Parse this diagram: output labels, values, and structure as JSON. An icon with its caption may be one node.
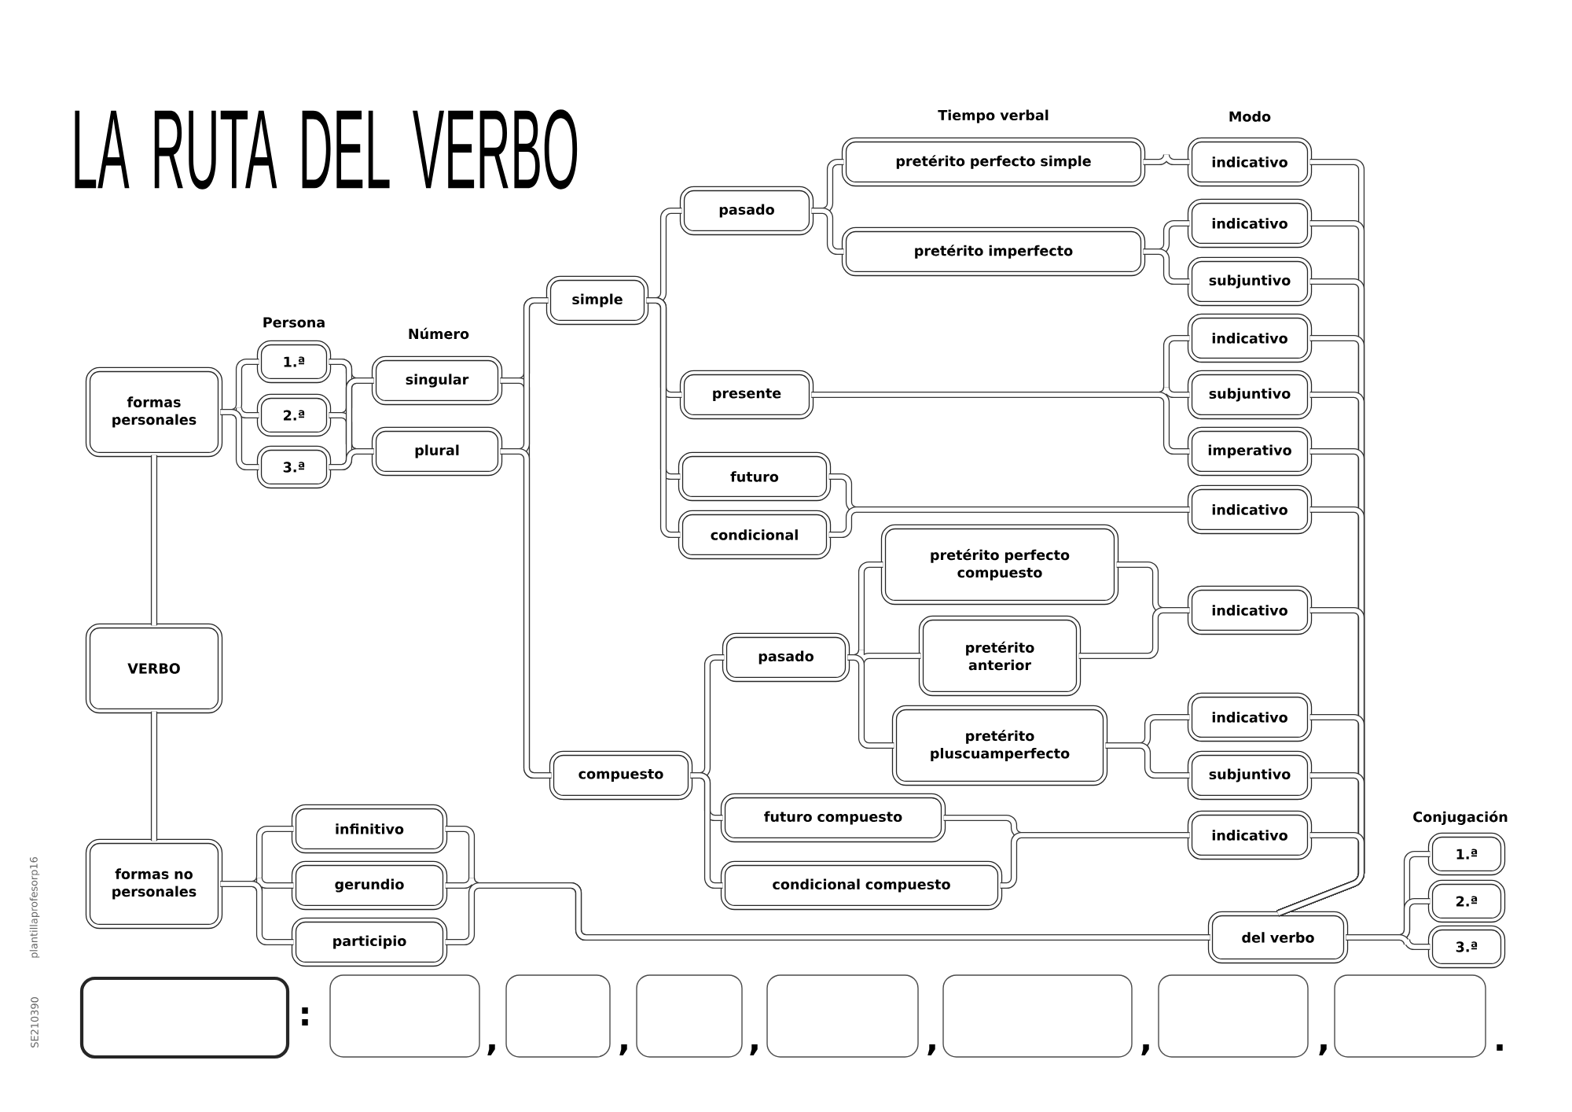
{
  "diagram": {
    "title": "LA RUTA DEL VERBO",
    "nodes": [
      {
        "text": [
          "formas personales"
        ]
      },
      {
        "text": [
          "1.ª"
        ]
      },
      {
        "text": [
          "2.ª"
        ]
      },
      {
        "text": [
          "3.ª"
        ]
      },
      {
        "text": [
          "singular"
        ]
      },
      {
        "text": [
          "plural"
        ]
      },
      {
        "text": [
          "simple"
        ]
      },
      {
        "text": [
          "pasado"
        ]
      },
      {
        "text": [
          "pretérito perfecto simple"
        ]
      },
      {
        "text": [
          "indicativo"
        ]
      },
      {
        "text": [
          "pretérito imperfecto"
        ]
      },
      {
        "text": [
          "indicativo"
        ]
      },
      {
        "text": [
          "subjuntivo"
        ]
      },
      {
        "text": [
          "presente"
        ]
      },
      {
        "text": [
          "indicativo"
        ]
      },
      {
        "text": [
          "subjuntivo"
        ]
      },
      {
        "text": [
          "imperativo"
        ]
      },
      {
        "text": [
          "futuro"
        ]
      },
      {
        "text": [
          "condicional"
        ]
      },
      {
        "text": [
          "indicativo"
        ]
      },
      {
        "text": [
          "pretérito perfecto compuesto"
        ]
      },
      {
        "text": [
          "pretérito anterior"
        ]
      },
      {
        "text": [
          "pasado"
        ]
      },
      {
        "text": [
          "indicativo"
        ]
      },
      {
        "text": [
          "pretérito pluscuamperfecto"
        ]
      },
      {
        "text": [
          "indicativo"
        ]
      },
      {
        "text": [
          "subjuntivo"
        ]
      },
      {
        "text": [
          "compuesto"
        ]
      },
      {
        "text": [
          "futuro compuesto"
        ]
      },
      {
        "text": [
          "condicional compuesto"
        ]
      },
      {
        "text": [
          "indicativo"
        ]
      },
      {
        "text": [
          "VERBO"
        ]
      },
      {
        "text": [
          "formas no personales"
        ]
      },
      {
        "text": [
          "infinitivo"
        ]
      },
      {
        "text": [
          "gerundio"
        ]
      },
      {
        "text": [
          "participio"
        ]
      },
      {
        "text": [
          "del verbo"
        ]
      },
      {
        "text": [
          "1.ª"
        ]
      },
      {
        "text": [
          "2.ª"
        ]
      },
      {
        "text": [
          "3.ª"
        ]
      },
      {
        "text": [],
        "shape": "box"
      },
      {
        "text": [],
        "shape": "box"
      },
      {
        "text": [],
        "shape": "box"
      },
      {
        "text": [],
        "shape": "box"
      },
      {
        "text": [],
        "shape": "box"
      },
      {
        "text": [],
        "shape": "box"
      },
      {
        "text": [],
        "shape": "box"
      },
      {
        "text": [],
        "shape": "box"
      }
    ],
    "edges": [
      {
        "from": 0,
        "to": 31,
        "arrow": "none"
      },
      {
        "from": 31,
        "to": 32,
        "arrow": "none"
      },
      {
        "from": 0,
        "to": 1,
        "arrow": "none"
      },
      {
        "from": 0,
        "to": 2,
        "arrow": "none"
      },
      {
        "from": 0,
        "to": 3,
        "arrow": "none"
      },
      {
        "from": 1,
        "to": 4,
        "arrow": "none"
      },
      {
        "from": 1,
        "to": 5,
        "arrow": "none"
      },
      {
        "from": 2,
        "to": 4,
        "arrow": "none"
      },
      {
        "from": 2,
        "to": 5,
        "arrow": "none"
      },
      {
        "from": 3,
        "to": 4,
        "arrow": "none"
      },
      {
        "from": 3,
        "to": 5,
        "arrow": "none"
      },
      {
        "from": 4,
        "to": 6,
        "arrow": "none"
      },
      {
        "from": 4,
        "to": 27,
        "arrow": "none"
      },
      {
        "from": 5,
        "to": 6,
        "arrow": "none"
      },
      {
        "from": 5,
        "to": 27,
        "arrow": "none"
      },
      {
        "from": 6,
        "to": 7,
        "arrow": "none"
      },
      {
        "from": 6,
        "to": 13,
        "arrow": "none"
      },
      {
        "from": 6,
        "to": 17,
        "arrow": "none"
      },
      {
        "from": 6,
        "to": 18,
        "arrow": "none"
      },
      {
        "from": 7,
        "to": 8,
        "arrow": "none"
      },
      {
        "from": 7,
        "to": 10,
        "arrow": "none"
      },
      {
        "from": 8,
        "to": 9,
        "arrow": "none"
      },
      {
        "from": 10,
        "to": 11,
        "arrow": "none"
      },
      {
        "from": 10,
        "to": 12,
        "arrow": "none"
      },
      {
        "from": 13,
        "to": 14,
        "arrow": "none"
      },
      {
        "from": 13,
        "to": 15,
        "arrow": "none"
      },
      {
        "from": 13,
        "to": 16,
        "arrow": "none"
      },
      {
        "from": 17,
        "to": 19,
        "arrow": "none"
      },
      {
        "from": 18,
        "to": 19,
        "arrow": "none"
      },
      {
        "from": 27,
        "to": 22,
        "arrow": "none"
      },
      {
        "from": 27,
        "to": 28,
        "arrow": "none"
      },
      {
        "from": 27,
        "to": 29,
        "arrow": "none"
      },
      {
        "from": 22,
        "to": 20,
        "arrow": "none"
      },
      {
        "from": 22,
        "to": 21,
        "arrow": "none"
      },
      {
        "from": 22,
        "to": 24,
        "arrow": "none"
      },
      {
        "from": 20,
        "to": 23,
        "arrow": "none"
      },
      {
        "from": 21,
        "to": 23,
        "arrow": "none"
      },
      {
        "from": 24,
        "to": 25,
        "arrow": "none"
      },
      {
        "from": 24,
        "to": 26,
        "arrow": "none"
      },
      {
        "from": 28,
        "to": 30,
        "arrow": "none"
      },
      {
        "from": 29,
        "to": 30,
        "arrow": "none"
      },
      {
        "from": 9,
        "to": 36,
        "arrow": "none"
      },
      {
        "from": 11,
        "to": 36,
        "arrow": "none"
      },
      {
        "from": 12,
        "to": 36,
        "arrow": "none"
      },
      {
        "from": 14,
        "to": 36,
        "arrow": "none"
      },
      {
        "from": 15,
        "to": 36,
        "arrow": "none"
      },
      {
        "from": 16,
        "to": 36,
        "arrow": "none"
      },
      {
        "from": 19,
        "to": 36,
        "arrow": "none"
      },
      {
        "from": 23,
        "to": 36,
        "arrow": "none"
      },
      {
        "from": 25,
        "to": 36,
        "arrow": "none"
      },
      {
        "from": 26,
        "to": 36,
        "arrow": "none"
      },
      {
        "from": 30,
        "to": 36,
        "arrow": "none"
      },
      {
        "from": 32,
        "to": 33,
        "arrow": "none"
      },
      {
        "from": 32,
        "to": 34,
        "arrow": "none"
      },
      {
        "from": 32,
        "to": 35,
        "arrow": "none"
      },
      {
        "from": 33,
        "to": 36,
        "arrow": "none"
      },
      {
        "from": 34,
        "to": 36,
        "arrow": "none"
      },
      {
        "from": 35,
        "to": 36,
        "arrow": "none"
      },
      {
        "from": 36,
        "to": 37,
        "arrow": "none"
      },
      {
        "from": 36,
        "to": 38,
        "arrow": "none"
      },
      {
        "from": 36,
        "to": 39,
        "arrow": "none"
      }
    ],
    "labels": [
      "Persona",
      "Número",
      "Tiempo verbal",
      "Modo",
      "Conjugación",
      "SE210390",
      "plantillaprofesorp16",
      ":",
      ",",
      ",",
      ",",
      ",",
      ",",
      ",",
      "."
    ]
  }
}
